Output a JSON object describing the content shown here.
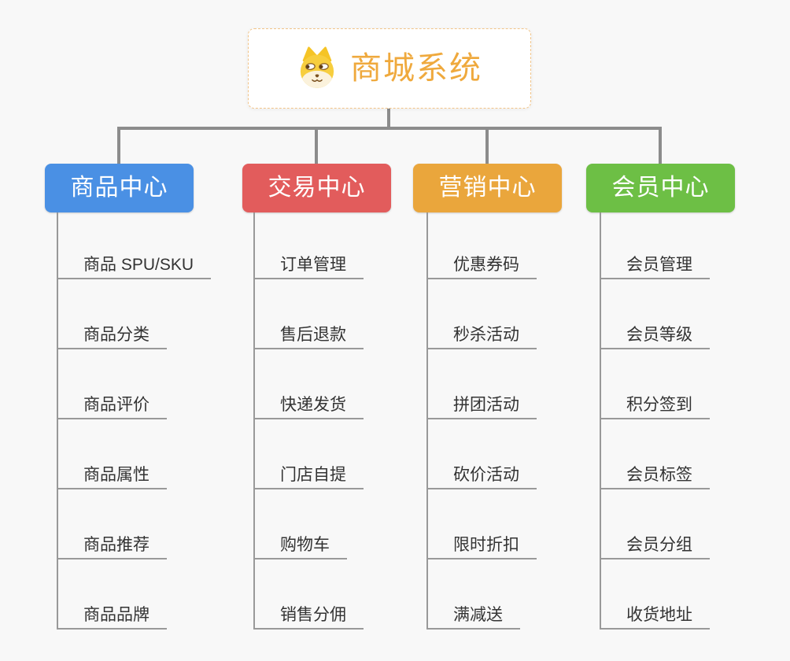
{
  "background_color": "#f8f8f8",
  "connector_color": "#8c8c8c",
  "underline_color": "#999999",
  "item_text_color": "#333333",
  "root": {
    "title": "商城系统",
    "title_color": "#efa93d",
    "border_color": "#f2c488",
    "icon": "doge-icon"
  },
  "branches": [
    {
      "label": "商品中心",
      "color": "#4a90e4",
      "items": [
        "商品 SPU/SKU",
        "商品分类",
        "商品评价",
        "商品属性",
        "商品推荐",
        "商品品牌"
      ]
    },
    {
      "label": "交易中心",
      "color": "#e25c5c",
      "items": [
        "订单管理",
        "售后退款",
        "快递发货",
        "门店自提",
        "购物车",
        "销售分佣"
      ]
    },
    {
      "label": "营销中心",
      "color": "#eaa63c",
      "items": [
        "优惠券码",
        "秒杀活动",
        "拼团活动",
        "砍价活动",
        "限时折扣",
        "满减送"
      ]
    },
    {
      "label": "会员中心",
      "color": "#6dbf45",
      "items": [
        "会员管理",
        "会员等级",
        "积分签到",
        "会员标签",
        "会员分组",
        "收货地址"
      ]
    }
  ]
}
